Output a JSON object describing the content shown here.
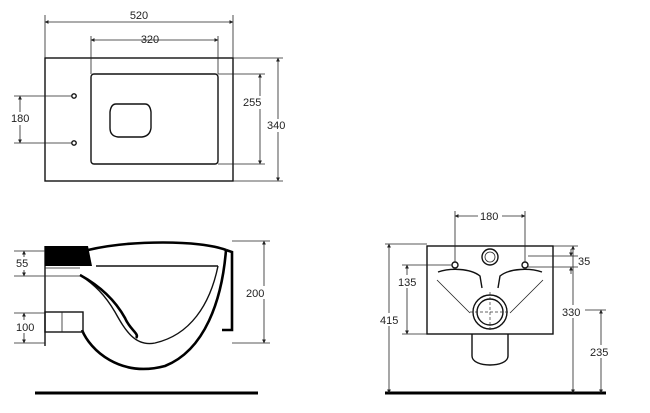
{
  "top_view": {
    "overall_width": "520",
    "bowl_width": "320",
    "bolt_spacing": "180",
    "bowl_depth": "255",
    "overall_depth": "340"
  },
  "side_view": {
    "height": "200",
    "inlet_height": "55",
    "outlet_height": "100"
  },
  "front_view": {
    "bolt_spacing": "180",
    "bolt_offset": "35",
    "bolt_height": "135",
    "fixing_height": "330",
    "overall_height": "415",
    "outlet_height": "235"
  }
}
